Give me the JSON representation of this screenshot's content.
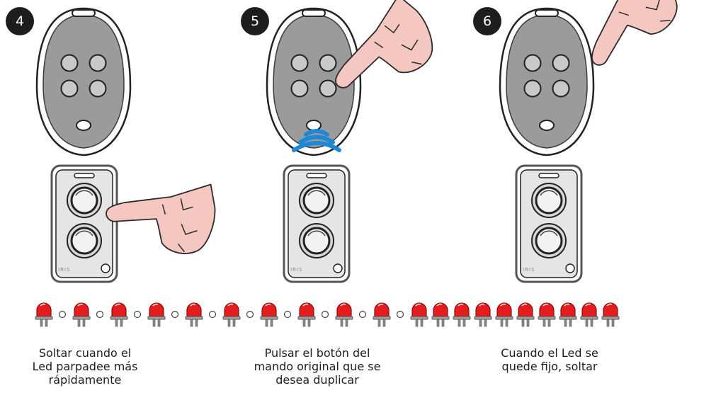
{
  "steps": [
    {
      "number": "4",
      "caption": "Soltar cuando el\nLed parpadee más\nrápidamente"
    },
    {
      "number": "5",
      "caption": "Pulsar el botón del\nmando original que se\ndesea duplicar"
    },
    {
      "number": "6",
      "caption": "Cuando el Led se\nquede fijo, soltar"
    }
  ],
  "receiver_brand": "IRIS",
  "colors": {
    "remote_body": "#9b9b9b",
    "remote_button": "#c9c9c9",
    "finger_skin": "#f4c7c1",
    "signal_waves": "#1e88d7",
    "led_red": "#e41e1e",
    "badge": "#1d1d1d"
  },
  "icons": [
    "remote-control-icon",
    "receiver-icon",
    "pointing-hand-icon",
    "signal-waves-icon",
    "led-icon"
  ],
  "led_sequence": [
    "blink",
    "blink",
    "blink",
    "blink",
    "blink",
    "blink",
    "blink",
    "blink",
    "blink",
    "blink",
    "steady",
    "steady",
    "steady",
    "steady",
    "steady",
    "steady",
    "steady",
    "steady",
    "steady",
    "steady"
  ]
}
